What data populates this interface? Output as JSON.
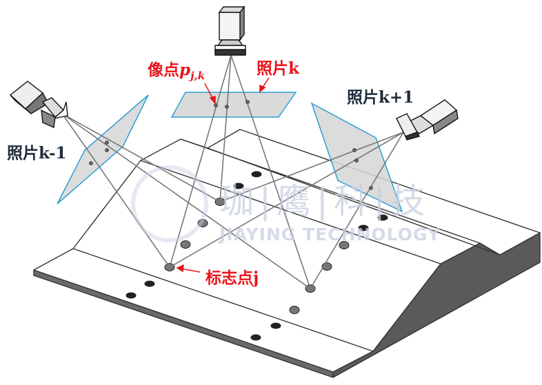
{
  "labels": {
    "image_point": "像点",
    "image_point_symbol": "p",
    "image_point_subscript": "j,k",
    "photo_k": "照片k",
    "photo_k_minus_1": "照片k-1",
    "photo_k_plus_1": "照片k+1",
    "marker_point": "标志点j"
  },
  "watermark": {
    "chinese": "珈|鹰|科|技",
    "english": "JIAYING TECHNOLOGY"
  },
  "colors": {
    "label_red": "#e8141b",
    "plane_border": "#2a9fd6",
    "plane_fill": "#d6d6d6",
    "side_face": "#5a5a5a"
  }
}
